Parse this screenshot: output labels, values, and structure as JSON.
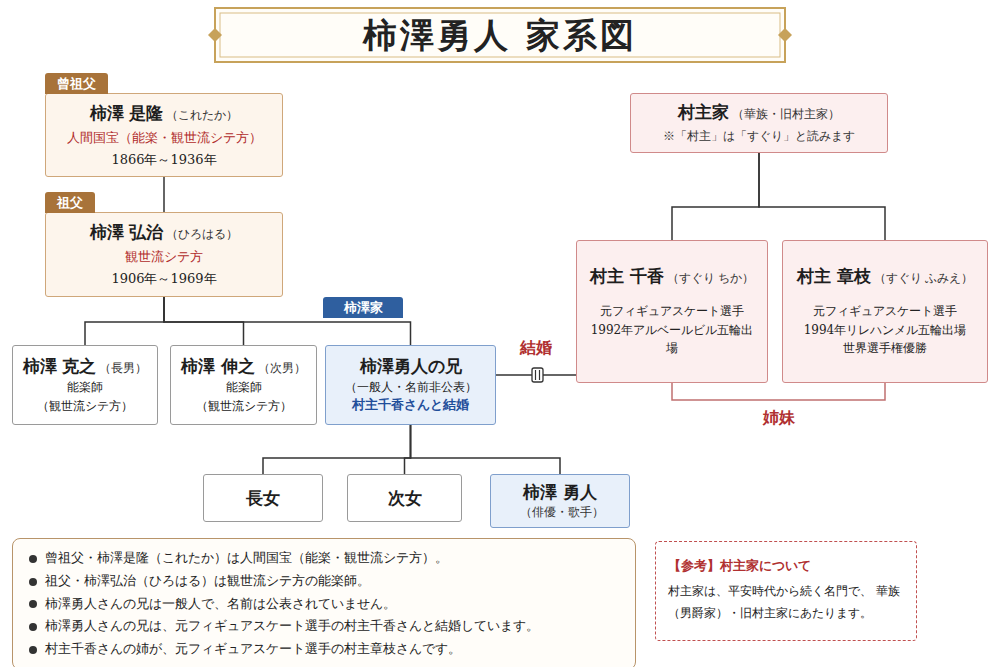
{
  "diagram": {
    "title": "柿澤勇人 家系図",
    "nodes": [
      {
        "text": [
          "曾祖父",
          "柿澤 是隆",
          "（これたか）",
          "人間国宝（能楽・観世流シテ方）",
          "1866年～1936年"
        ]
      },
      {
        "text": [
          "村主家",
          "（華族・旧村主家）",
          "※「村主」は「すぐり」と読みます"
        ]
      },
      {
        "text": [
          "祖父",
          "柿澤 弘治",
          "（ひろはる）",
          "観世流シテ方",
          "1906年～1969年"
        ]
      },
      {
        "text": [
          "柿澤家"
        ]
      },
      {
        "text": [
          "村主 千香",
          "（すぐり ちか）",
          "元フィギュアスケート選手",
          "1992年アルベールビル五輪出場"
        ]
      },
      {
        "text": [
          "村主 章枝",
          "（すぐり ふみえ）",
          "元フィギュアスケート選手",
          "1994年リレハンメル五輪出場",
          "世界選手権優勝"
        ]
      },
      {
        "text": [
          "柿澤 克之",
          "（長男）",
          "能楽師",
          "（観世流シテ方）"
        ]
      },
      {
        "text": [
          "柿澤 伸之",
          "（次男）",
          "能楽師",
          "（観世流シテ方）"
        ]
      },
      {
        "text": [
          "柿澤勇人の兄",
          "（一般人・名前非公表）",
          "村主千香さんと結婚"
        ]
      },
      {
        "text": [
          "長女"
        ]
      },
      {
        "text": [
          "次女"
        ]
      },
      {
        "text": [
          "柿澤 勇人",
          "（俳優・歌手）"
        ]
      },
      {
        "text": [
          "曾祖父・柿澤是隆（これたか）は人間国宝（能楽・観世流シテ方）。",
          "祖父・柿澤弘治（ひろはる）は観世流シテ方の能楽師。",
          "柿澤勇人さんの兄は一般人で、名前は公表されていません。",
          "柿澤勇人さんの兄は、元フィギュアスケート選手の村主千香さんと結婚しています。",
          "村主千香さんの姉が、元フィギュアスケート選手の村主章枝さんです。"
        ]
      },
      {
        "text": [
          "【参考】村主家について",
          "村主家は、平安時代から続く名門で、 華族（男爵家）・旧村主家にあたります。"
        ]
      }
    ],
    "edges": [
      {
        "from": 0,
        "to": 2,
        "arrow": "none"
      },
      {
        "from": 2,
        "to": 6,
        "arrow": "none"
      },
      {
        "from": 2,
        "to": 7,
        "arrow": "none"
      },
      {
        "from": 2,
        "to": 8,
        "arrow": "none"
      },
      {
        "from": 1,
        "to": 4,
        "arrow": "none"
      },
      {
        "from": 1,
        "to": 5,
        "arrow": "none"
      },
      {
        "from": 8,
        "to": 4,
        "label": "結婚",
        "arrow": "none"
      },
      {
        "from": 4,
        "to": 5,
        "label": "姉妹",
        "arrow": "none"
      },
      {
        "from": 8,
        "to": 9,
        "arrow": "none"
      },
      {
        "from": 8,
        "to": 10,
        "arrow": "none"
      },
      {
        "from": 8,
        "to": 11,
        "arrow": "none"
      }
    ]
  }
}
